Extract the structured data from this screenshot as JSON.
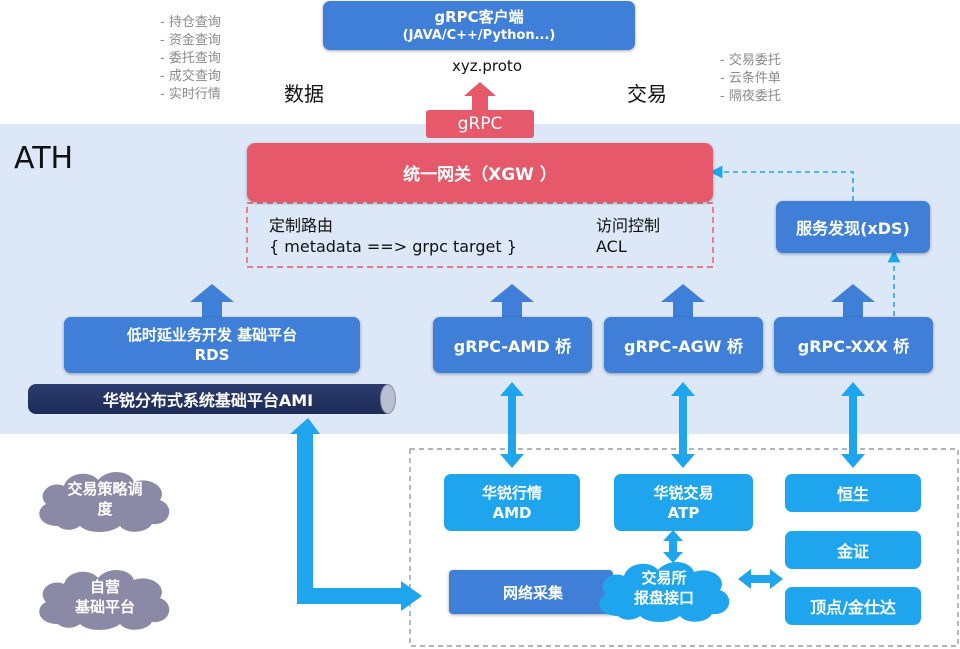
{
  "client": {
    "title": "gRPC客户端",
    "subtitle": "(JAVA/C++/Python...)"
  },
  "proto": "xyz.proto",
  "grpc_tag": "gRPC",
  "left_list": [
    "- 持仓查询",
    "- 资金查询",
    "- 委托查询",
    "- 成交查询",
    "- 实时行情"
  ],
  "right_list": [
    "- 交易委托",
    "- 云条件单",
    "- 隔夜委托"
  ],
  "label_data": "数据",
  "label_trade": "交易",
  "ath": "ATH",
  "gateway": "统一网关（XGW ）",
  "routing": {
    "title": "定制路由",
    "detail": "{ metadata ==> grpc target }"
  },
  "access": {
    "title": "访问控制",
    "detail": "ACL"
  },
  "discovery": "服务发现(xDS)",
  "rds": {
    "line1": "低时延业务开发 基础平台",
    "line2": "RDS"
  },
  "ami": "华锐分布式系统基础平台AMI",
  "bridges": [
    "gRPC-AMD 桥",
    "gRPC-AGW 桥",
    "gRPC-XXX 桥"
  ],
  "amd": {
    "line1": "华锐行情",
    "line2": "AMD"
  },
  "atp": {
    "line1": "华锐交易",
    "line2": "ATP"
  },
  "hs": "恒生",
  "jz": "金证",
  "dd": "顶点/金仕达",
  "net": "网络采集",
  "exchange": {
    "line1": "交易所",
    "line2": "报盘接口"
  },
  "strategy": {
    "line1": "交易策略调",
    "line2": "度"
  },
  "self": {
    "line1": "自营",
    "line2": "基础平台"
  },
  "colors": {
    "blue": "#3f7fd7",
    "light_blue": "#1fa5ee",
    "red": "#e5596a",
    "navy": "#1d2b57",
    "band": "#dce8f7"
  }
}
